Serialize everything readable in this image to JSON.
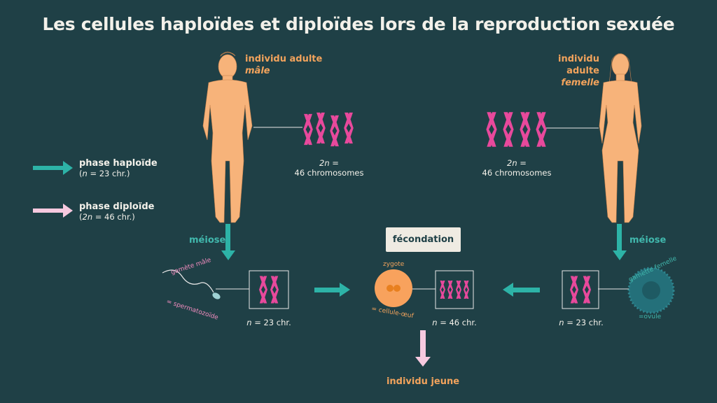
{
  "title": "Les cellules haploïdes et diploïdes lors de la reproduction sexuée",
  "male": {
    "label_line1": "individu adulte",
    "label_line2": "mâle"
  },
  "female": {
    "label_line1": "individu adulte",
    "label_line2": "femelle"
  },
  "legend": {
    "haploid": {
      "title": "phase haploïde",
      "n_symbol": "n",
      "detail": " =  23 chr.)",
      "open": "("
    },
    "diploid": {
      "title": "phase diploïde",
      "n_symbol": "2n",
      "detail": " =  46 chr.)",
      "open": "("
    }
  },
  "male_chromosomes": {
    "label_symbol": "2n",
    "label_eq": " =",
    "label_count": "46 chromosomes"
  },
  "female_chromosomes": {
    "label_symbol": "2n",
    "label_eq": " =",
    "label_count": "46 chromosomes"
  },
  "meiose_left": "méiose",
  "meiose_right": "méiose",
  "gamete_male": {
    "top": "gamète mâle",
    "bottom": "= spermatozoïde"
  },
  "gamete_female": {
    "top": "gamette femelle",
    "bottom": "=ovule"
  },
  "haploid_male_count": {
    "symbol": "n",
    "text": " = 23 chr."
  },
  "haploid_female_count": {
    "symbol": "n",
    "text": " = 23 chr."
  },
  "fecondation": "fécondation",
  "zygote": {
    "top": "zygote",
    "bottom": "= cellule-œuf"
  },
  "zygote_count": {
    "symbol": "n",
    "text": " = 46 chr."
  },
  "young": "individu jeune",
  "colors": {
    "background": "#1f4046",
    "haploid_arrow": "#2db3a7",
    "diploid_arrow": "#f6c9df",
    "chromosome": "#e8499c",
    "label": "#f2a35c",
    "skin": "#f7b37a"
  }
}
